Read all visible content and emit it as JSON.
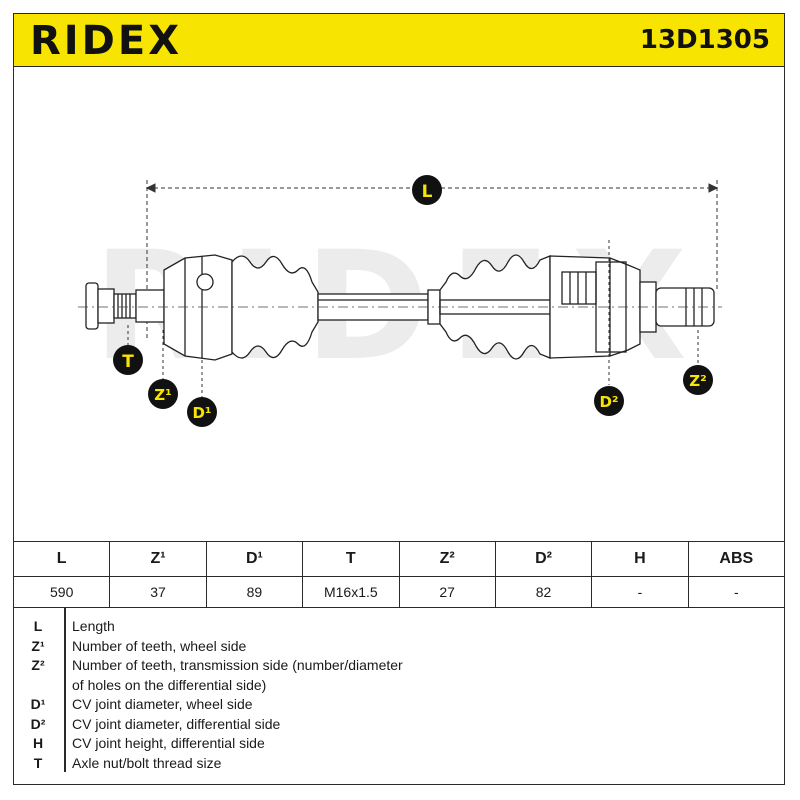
{
  "header": {
    "brand": "RIDEX",
    "part_number": "13D1305",
    "background_color": "#f7e400"
  },
  "diagram": {
    "watermark": "RIDEX",
    "labels": {
      "L": "L",
      "T": "T",
      "Z1": "Z¹",
      "D1": "D¹",
      "D2": "D²",
      "Z2": "Z²"
    },
    "badge_color": "#111111",
    "badge_text_color": "#f7e400"
  },
  "spec_table": {
    "headers": [
      "L",
      "Z¹",
      "D¹",
      "T",
      "Z²",
      "D²",
      "H",
      "ABS"
    ],
    "values": [
      "590",
      "37",
      "89",
      "M16x1.5",
      "27",
      "82",
      "-",
      "-"
    ]
  },
  "legend": [
    {
      "code": "L",
      "text": "Length"
    },
    {
      "code": "Z¹",
      "text": "Number of teeth, wheel side"
    },
    {
      "code": "Z²",
      "text": "Number of teeth, transmission side (number/diameter"
    },
    {
      "code": "",
      "text": "of holes on the differential side)"
    },
    {
      "code": "D¹",
      "text": "CV joint diameter, wheel side"
    },
    {
      "code": "D²",
      "text": "CV joint diameter, differential side"
    },
    {
      "code": "H",
      "text": "CV joint height, differential side"
    },
    {
      "code": "T",
      "text": "Axle nut/bolt thread size"
    }
  ]
}
